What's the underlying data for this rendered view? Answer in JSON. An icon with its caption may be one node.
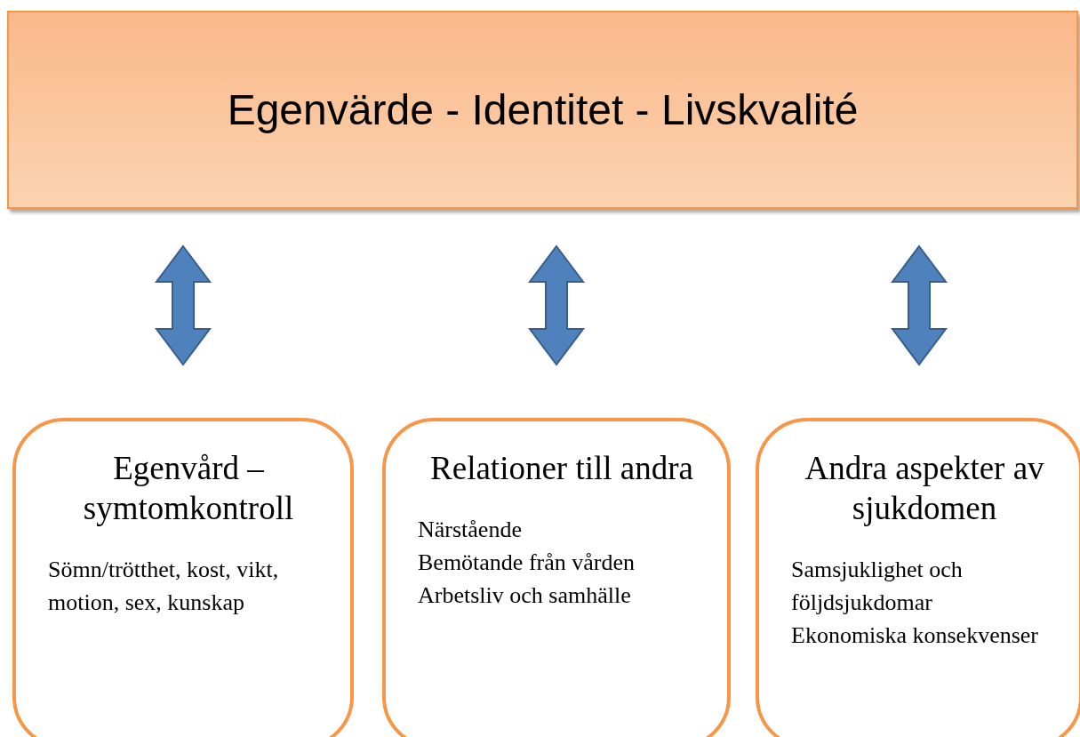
{
  "diagram": {
    "nodes": [
      {
        "text": [
          "Egenvärde - Identitet - Livskvalité"
        ]
      },
      {
        "text": [
          "Egenvård – symtomkontroll",
          "Sömn/trötthet, kost, vikt, motion, sex, kunskap"
        ]
      },
      {
        "text": [
          "Relationer till andra",
          "Närstående",
          "Bemötande från vården",
          "Arbetsliv och samhälle"
        ]
      },
      {
        "text": [
          "Andra aspekter av sjukdomen",
          "Samsjuklighet och följdsjukdomar",
          "Ekonomiska konsekvenser"
        ]
      }
    ],
    "edges": [
      {
        "from": 1,
        "to": 0,
        "arrow": "both"
      },
      {
        "from": 2,
        "to": 0,
        "arrow": "both"
      },
      {
        "from": 3,
        "to": 0,
        "arrow": "both"
      }
    ]
  }
}
